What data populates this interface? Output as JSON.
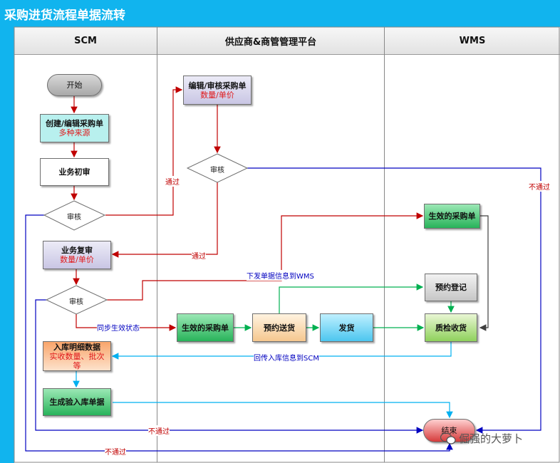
{
  "title": "采购进货流程单据流转",
  "lanes": [
    "SCM",
    "供应商&商管管理平台",
    "WMS"
  ],
  "nodes": {
    "start": "开始",
    "create": {
      "label": "创建/编辑采购单",
      "sub": "多种来源"
    },
    "first_review": "业务初审",
    "review1": "审核",
    "edit_review": {
      "label": "编辑/审核采购单",
      "sub": "数量/单价"
    },
    "review2": "审核",
    "second_review": {
      "label": "业务复审",
      "sub": "数量/单价"
    },
    "review3": "审核",
    "effective_scm": "生效的采购单",
    "reserve_ship": "预约送货",
    "ship": "发货",
    "effective_wms": "生效的采购单",
    "reserve_reg": "预约登记",
    "qc_receive": "质检收货",
    "inbound_detail": {
      "label": "入库明细数据",
      "sub": "实收数量、批次等"
    },
    "gen_receipt": "生成验入库单据",
    "end": "结束"
  },
  "edge_labels": {
    "pass1": "通过",
    "not_pass_right": "不通过",
    "pass2": "通过",
    "send_wms": "下发单据信息到WMS",
    "sync_status": "同步生效状态",
    "return_scm": "回传入库信息到SCM",
    "not_pass_mid": "不通过",
    "not_pass_bottom": "不通过"
  },
  "watermark": "倔强的大萝卜",
  "colors": {
    "title_bar": "#11b4ee",
    "red_line": "#c00000",
    "green_line": "#00b050",
    "blue_line": "#0000c0",
    "cyan_line": "#00b0f0",
    "dark_line": "#404040"
  }
}
